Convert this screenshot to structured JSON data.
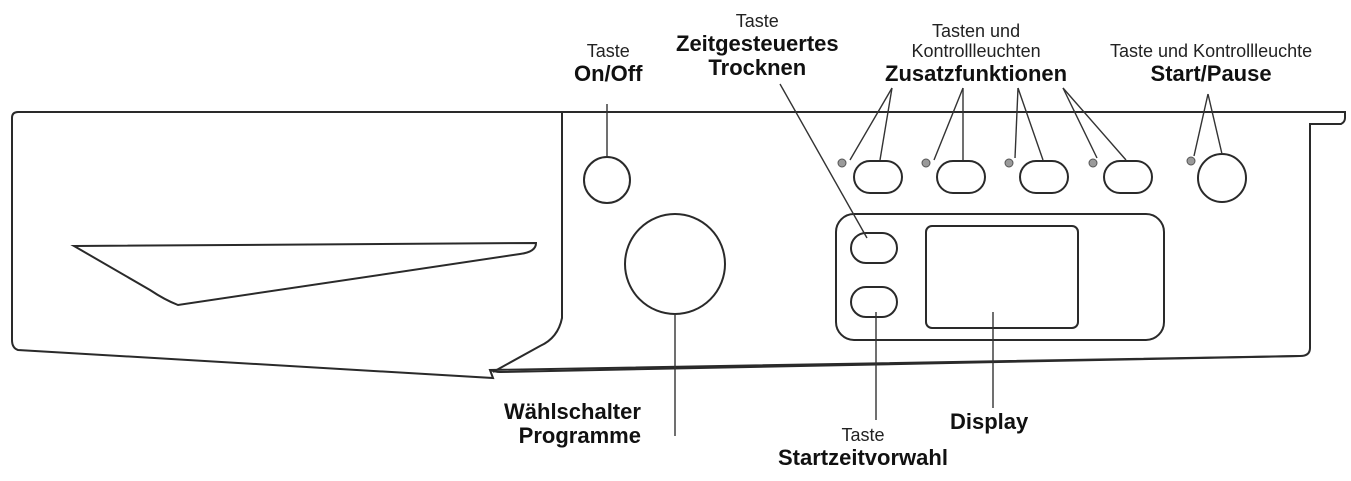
{
  "labels": {
    "on_off": {
      "small": "Taste",
      "big": "On/Off"
    },
    "timed_drying": {
      "small": "Taste",
      "big_line1": "Zeitgesteuertes",
      "big_line2": "Trocknen"
    },
    "extra_functions": {
      "small_line1": "Tasten und",
      "small_line2": "Kontrollleuchten",
      "big": "Zusatzfunktionen"
    },
    "start_pause": {
      "small": "Taste und Kontrollleuchte",
      "big": "Start/Pause"
    },
    "program_selector": {
      "big_line1": "Wählschalter",
      "big_line2": "Programme"
    },
    "delay_start": {
      "small": "Taste",
      "big": "Startzeitvorwahl"
    },
    "display": {
      "big": "Display"
    }
  },
  "colors": {
    "outline": "#2a2a2a",
    "indicator_led": "#9a9a9a"
  }
}
